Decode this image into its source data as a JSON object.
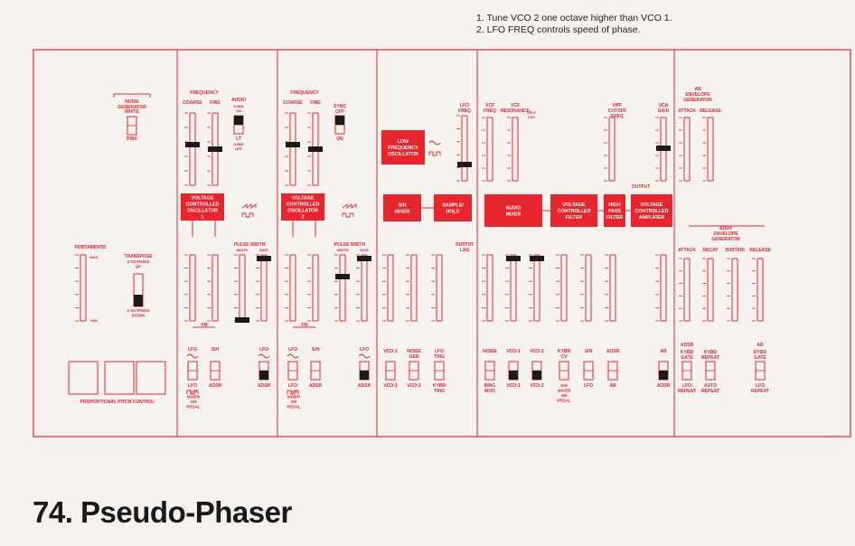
{
  "notes": [
    "1. Tune VCO 2 one octave higher than VCO 1.",
    "2. LFO FREQ controls speed of phase."
  ],
  "title": "74. Pseudo-Phaser",
  "colors": {
    "red": "#e8242c",
    "ink": "#222222",
    "paper": "#f6f3ef",
    "knob": "#1a1a1a"
  },
  "labels": {
    "noise_generator": [
      "NOISE",
      "GENERATOR"
    ],
    "white": "WHITE",
    "pink": "PINK",
    "portamento": "PORTAMENTO",
    "max": "MAX",
    "min": "MIN",
    "transpose": "TRANSPOSE",
    "two_oct_up": [
      "2 OCTAVES",
      "UP"
    ],
    "two_oct_down": [
      "2 OCTAVES",
      "DOWN"
    ],
    "proportional": "PROPORTIONAL PITCH CONTROL",
    "frequency": "FREQUENCY",
    "coarse": "COARSE",
    "fine": "FINE",
    "audio": "AUDIO",
    "kybd_on": [
      "KYBD",
      "ON"
    ],
    "lt": "LT",
    "kybd_off": [
      "KYBD",
      "OFF"
    ],
    "sync": [
      "SYNC",
      "OFF"
    ],
    "on": "ON",
    "vco1": [
      "VOLTAGE",
      "CONTROLLED",
      "OSCILLATOR",
      "1"
    ],
    "vco2": [
      "VOLTAGE",
      "CONTROLLED",
      "OSCILLATOR",
      "2"
    ],
    "pulse_width": "PULSE WIDTH",
    "width": "WIDTH",
    "mod": "MOD",
    "fm": "FM",
    "lfo": "LFO",
    "sh": "S/H",
    "adsr": "ADSR",
    "sh_mixer_pedal": [
      "S/H",
      "MIXER",
      "OR",
      "PEDAL"
    ],
    "lfo_block": [
      "LOW",
      "FREQUENCY",
      "OSCILLATOR"
    ],
    "lfo_freq": [
      "LFO",
      "FREQ"
    ],
    "sh_mixer": [
      "S/H",
      "MIXER"
    ],
    "sample_hold": [
      "SAMPLE/",
      "HOLD"
    ],
    "output_lag": [
      "OUTPUT",
      "LAG"
    ],
    "vco_1": "VCO-1",
    "vco_2": "VCO-2",
    "noise_gen": [
      "NOISE",
      "GEN"
    ],
    "lfo_trig": [
      "LFO",
      "TRIG"
    ],
    "kybd_trig": [
      "KYBD",
      "TRIG"
    ],
    "vcf_freq": [
      "VCF",
      "FREQ"
    ],
    "vcf_res": [
      "VCF",
      "RESONANCE"
    ],
    "self_osc": [
      "SELF",
      "OSC"
    ],
    "audio_mixer": [
      "AUDIO",
      "MIXER"
    ],
    "vcf": [
      "VOLTAGE",
      "CONTROLLED",
      "FILTER"
    ],
    "hpf": [
      "HIGH",
      "PASS",
      "FILTER"
    ],
    "hpf_cutoff": [
      "HPF",
      "CUTOFF",
      "FREQ"
    ],
    "vca": [
      "VOLTAGE",
      "CONTROLLED",
      "AMPLIFIER"
    ],
    "vca_gain": [
      "VCA",
      "GAIN"
    ],
    "output": "OUTPUT",
    "noise": "NOISE",
    "ring_mod": [
      "RING",
      "MOD"
    ],
    "kybd_cv": [
      "KYBD",
      "CV"
    ],
    "ar": "AR",
    "ar_env": [
      "AR",
      "ENVELOPE",
      "GENERATOR"
    ],
    "attack": "ATTACK",
    "release": "RELEASE",
    "adsr_env": [
      "ADSR",
      "ENVELOPE",
      "GENERATOR"
    ],
    "decay": "DECAY",
    "sustain": "SUSTAIN",
    "kybd_gate": [
      "KYBD",
      "GATE"
    ],
    "kybd_repeat": [
      "KYBD",
      "REPEAT"
    ],
    "lfo_repeat": [
      "LFO",
      "REPEAT"
    ],
    "auto_repeat": [
      "AUTO",
      "REPEAT"
    ]
  }
}
